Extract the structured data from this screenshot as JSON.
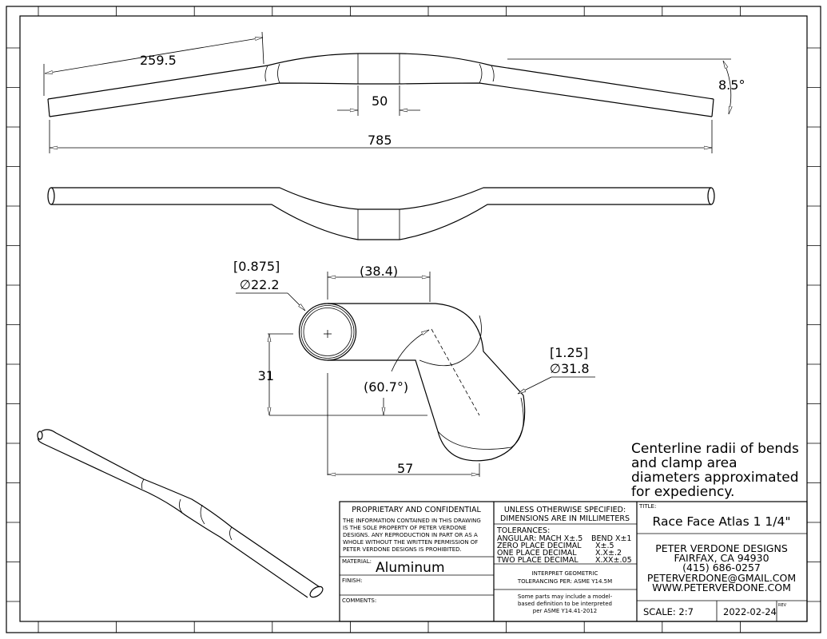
{
  "dimensions": {
    "length_bend": "259.5",
    "clamp_width": "50",
    "rise_angle": "8.5°",
    "overall_width": "785",
    "grip_inch": "[0.875]",
    "grip_dia": "∅22.2",
    "clamp_inch": "[1.25]",
    "clamp_dia": "∅31.8",
    "offset_horizontal": "(38.4)",
    "rise": "31",
    "sweep_angle": "(60.7°)",
    "reach": "57"
  },
  "note": [
    "Centerline radii of bends",
    "and clamp area",
    "diameters approximated",
    "for expediency."
  ],
  "title_block": {
    "proprietary_title": "PROPRIETARY AND CONFIDENTIAL",
    "proprietary_text": [
      "THE INFORMATION CONTAINED IN THIS DRAWING",
      "IS THE SOLE PROPERTY OF PETER VERDONE",
      "DESIGNS.  ANY  REPRODUCTION IN PART OR AS A",
      "WHOLE WITHOUT THE WRITTEN PERMISSION OF",
      "PETER VERDONE DESIGNS IS PROHIBITED."
    ],
    "material_label": "MATERIAL:",
    "material": "Aluminum",
    "finish_label": "FINISH:",
    "comments_label": "COMMENTS:",
    "unless": [
      "UNLESS OTHERWISE SPECIFIED:",
      "DIMENSIONS ARE IN MILLIMETERS"
    ],
    "tolerances_title": "TOLERANCES:",
    "tolerances": [
      {
        "label": "ANGULAR: MACH X±.5",
        "value": "BEND X±1"
      },
      {
        "label": "ZERO PLACE DECIMAL",
        "value": "X±.5"
      },
      {
        "label": "ONE PLACE DECIMAL",
        "value": "X.X±.2"
      },
      {
        "label": "TWO PLACE DECIMAL",
        "value": "X.XX±.05"
      }
    ],
    "interpret": [
      "INTERPRET GEOMETRIC",
      "TOLERANCING PER: ASME Y14.5M"
    ],
    "model_based": [
      "Some parts may include a model-",
      "based definition to be interpreted",
      "per ASME Y14.41-2012"
    ],
    "title_label": "TITLE:",
    "title": "Race Face Atlas 1 1/4\"",
    "company": [
      "PETER VERDONE DESIGNS",
      "FAIRFAX, CA 94930",
      "(415) 686-0257",
      "PETERVERDONE@GMAIL.COM",
      "WWW.PETERVERDONE.COM"
    ],
    "scale": "SCALE: 2:7",
    "date": "2022-02-24",
    "rev_label": "REV"
  }
}
